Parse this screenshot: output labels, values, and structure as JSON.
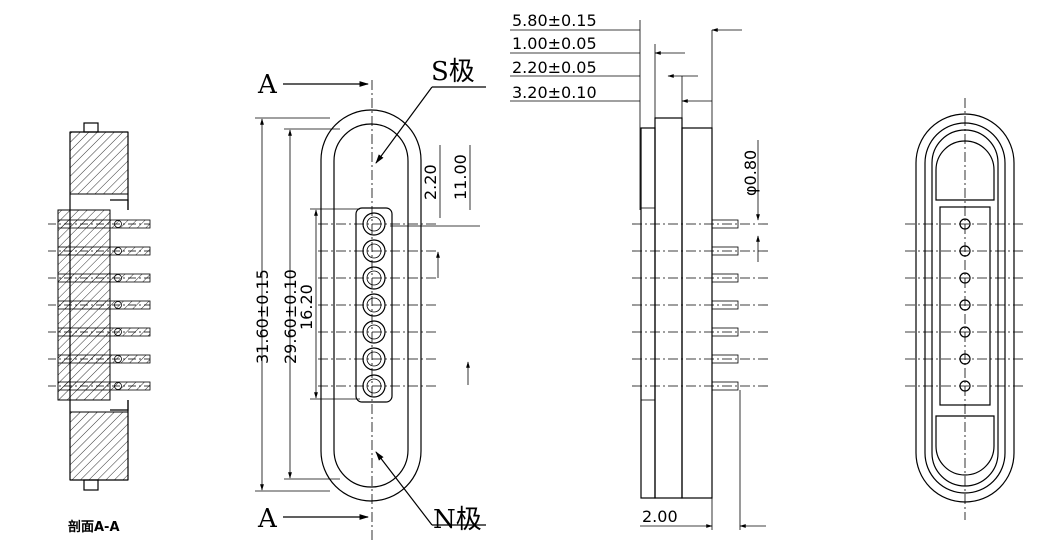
{
  "section_label": "剖面A-A",
  "section_marks": {
    "top": "A",
    "bottom": "A"
  },
  "poles": {
    "south": "S极",
    "north": "N极"
  },
  "front_view_dims": {
    "overall_length": "31.60±0.15",
    "inner_length": "29.60±0.10",
    "pin_span": "16.20",
    "top_offset": "2.20",
    "pin_pitch_group": "11.00"
  },
  "side_view_dims": {
    "d1": "5.80±0.15",
    "d2": "1.00±0.05",
    "d3": "2.20±0.05",
    "d4": "3.20±0.10",
    "pin_diameter": "φ0.80",
    "bottom_dim": "2.00"
  },
  "pin_count": 7
}
